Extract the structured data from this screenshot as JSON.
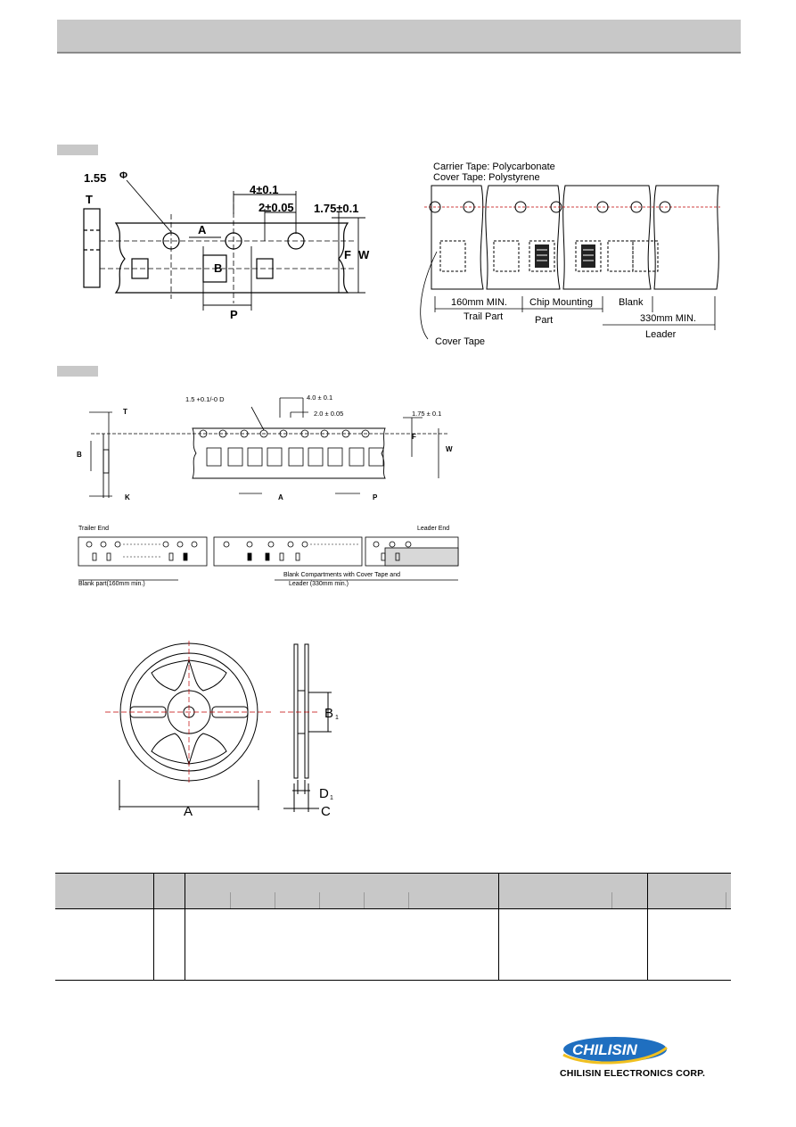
{
  "fig1": {
    "hole_dim": "1.55",
    "phi_symbol": "Φ",
    "pitch_4": "4±0.1",
    "pitch_2": "2±0.05",
    "edge_175": "1.75±0.1",
    "T": "T",
    "A": "A",
    "B": "B",
    "F": "F",
    "W": "W",
    "P": "P"
  },
  "fig2": {
    "carrier": "Carrier Tape: Polycarbonate",
    "cover": "Cover Tape: Polystyrene",
    "trail1": "160mm MIN.",
    "trail2": "Trail Part",
    "chip1": "Chip Mounting",
    "chip2": "Part",
    "blank": "Blank",
    "leader1": "330mm MIN.",
    "leader2": "Leader",
    "cover_tape": "Cover Tape"
  },
  "fig3": {
    "hole": "1.5 +0.1/-0 D",
    "p4": "4.0 ± 0.1",
    "p2": "2.0 ± 0.05",
    "e175": "1.75 ± 0.1",
    "T": "T",
    "B": "B",
    "K": "K",
    "A": "A",
    "P": "P",
    "F": "F",
    "W": "W"
  },
  "fig4": {
    "trailer": "Trailer End",
    "leader": "Leader  End",
    "blank_part": "Blank part(160mm min.)",
    "blank_comp1": "Blank Compartments with Cover Tape and",
    "blank_comp2": "Leader (330mm min.)"
  },
  "reel": {
    "A": "A",
    "B": "B",
    "B_sub": "1",
    "C": "C",
    "D": "D",
    "D_sub": "1"
  },
  "footer": {
    "logo_text": "CHILISIN",
    "company": "CHILISIN ELECTRONICS CORP."
  }
}
